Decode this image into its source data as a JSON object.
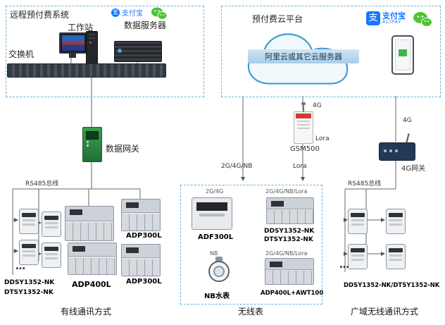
{
  "colors": {
    "alipay": "#1677ff",
    "wechat": "#51c332",
    "gateway-green": "#39a04a",
    "cloud-stroke": "#3d9bd1"
  },
  "remote_box": {
    "title": "远程预付费系统",
    "alipay": "支付宝",
    "alipay_icon_glyph": "支",
    "workstation": "工作站",
    "server": "数据服务器",
    "switch": "交换机"
  },
  "cloud_box": {
    "title": "预付费云平台",
    "cloud_text": "阿里云或其它云服务器",
    "alipay": "支付宝",
    "alipay_sub": "ALIPAY",
    "alipay_icon_glyph": "支"
  },
  "mid": {
    "data_gateway": "数据网关",
    "gsm_name": "GSM500",
    "gsm_4g": "4G",
    "gsm_lora": "Lora",
    "line_2g4gnb": "2G/4G/NB",
    "line_lora": "Lora",
    "g4": "4G",
    "g4_gateway": "4G网关",
    "rs485_left": "RS485总线",
    "rs485_right": "RS485总线"
  },
  "wired": {
    "meter1": "DDSY1352-NK",
    "meter2": "DTSY1352-NK",
    "dots": "…",
    "adp400l": "ADP400L",
    "adp300l_1": "ADP300L",
    "adp300l_2": "ADP300L",
    "caption": "有线通讯方式"
  },
  "wireless": {
    "tag1": "2G/4G",
    "dev1": "ADF300L",
    "tag2": "2G/4G/NB/Lora",
    "dev2a": "DDSY1352-NK",
    "dev2b": "DTSY1352-NK",
    "tag3": "NB",
    "dev3": "NB水表",
    "tag4": "2G/4G/NB/Lora",
    "dev4": "ADP400L+AWT100",
    "caption": "无线表"
  },
  "wan": {
    "dots": "…",
    "label": "DDSY1352-NK/DTSY1352-NK",
    "caption": "广域无线通讯方式"
  }
}
